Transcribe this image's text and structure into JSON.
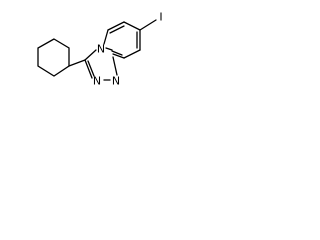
{
  "structure": {
    "atoms": {
      "n_bridge": "N",
      "n_ring_1": "N",
      "n_ring_2": "N",
      "iodine": "I"
    }
  }
}
